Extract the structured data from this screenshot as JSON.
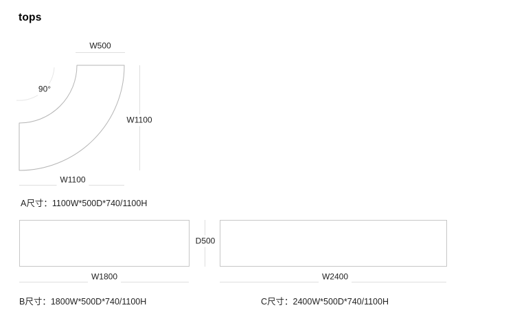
{
  "page": {
    "title": "tops"
  },
  "diagram_a": {
    "name": "curved-top",
    "angle_label": "90°",
    "top_dim": "W500",
    "right_dim": "W1100",
    "bottom_dim": "W1100",
    "caption": "A尺寸：1100W*500D*740/1100H"
  },
  "depth_dim": {
    "label": "D500"
  },
  "diagram_b": {
    "name": "rectangular-top-b",
    "width_dim": "W1800",
    "caption": "B尺寸：1800W*500D*740/1100H"
  },
  "diagram_c": {
    "name": "rectangular-top-c",
    "width_dim": "W2400",
    "caption": "C尺寸：2400W*500D*740/1100H"
  },
  "colors": {
    "bg": "#ffffff",
    "title_text": "#000000",
    "label_text": "#1f1f1f",
    "caption_text": "#1f1f1f",
    "shape_outline": "#b5b5b5",
    "rect_outline": "#c6c6c6",
    "dim_line": "#dedede",
    "angle_arc": "#e6e6e6"
  }
}
